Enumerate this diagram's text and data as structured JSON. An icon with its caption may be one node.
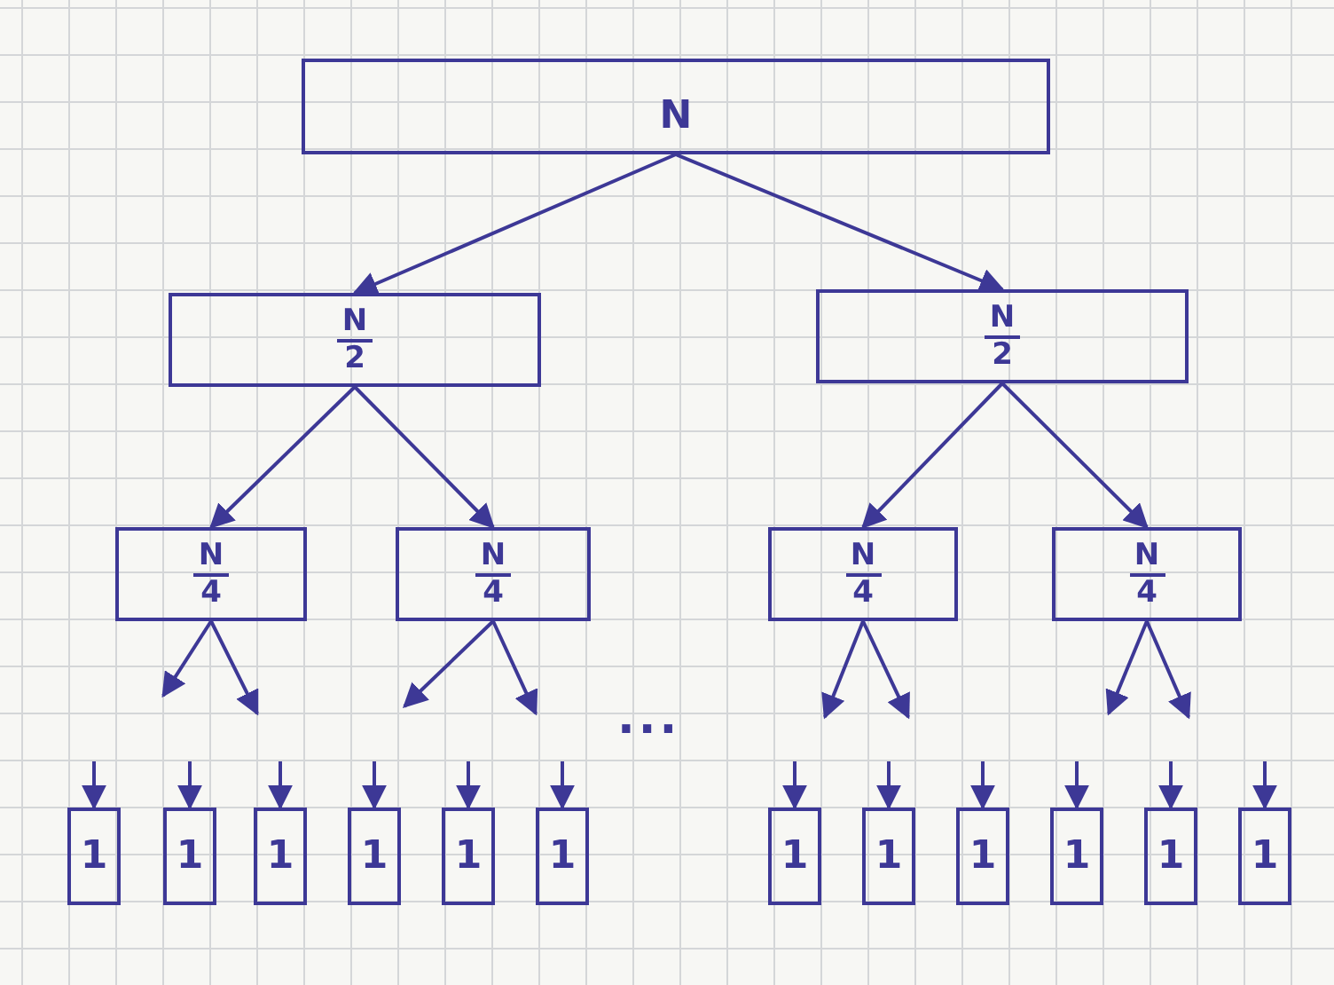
{
  "diagram": {
    "nodes": [
      {
        "text": [
          "N"
        ]
      },
      {
        "text": [
          "N",
          "2"
        ]
      },
      {
        "text": [
          "N",
          "2"
        ]
      },
      {
        "text": [
          "N",
          "4"
        ]
      },
      {
        "text": [
          "N",
          "4"
        ]
      },
      {
        "text": [
          "N",
          "4"
        ]
      },
      {
        "text": [
          "N",
          "4"
        ]
      },
      {
        "text": [
          "1"
        ]
      },
      {
        "text": [
          "1"
        ]
      },
      {
        "text": [
          "1"
        ]
      },
      {
        "text": [
          "1"
        ]
      },
      {
        "text": [
          "1"
        ]
      },
      {
        "text": [
          "1"
        ]
      },
      {
        "text": [
          "1"
        ]
      },
      {
        "text": [
          "1"
        ]
      },
      {
        "text": [
          "1"
        ]
      },
      {
        "text": [
          "1"
        ]
      },
      {
        "text": [
          "1"
        ]
      },
      {
        "text": [
          "1"
        ]
      }
    ],
    "edges": [
      {
        "from": 0,
        "to": 1,
        "arrow": "to"
      },
      {
        "from": 0,
        "to": 2,
        "arrow": "to"
      },
      {
        "from": 1,
        "to": 3,
        "arrow": "to"
      },
      {
        "from": 1,
        "to": 4,
        "arrow": "to"
      },
      {
        "from": 2,
        "to": 5,
        "arrow": "to"
      },
      {
        "from": 2,
        "to": 6,
        "arrow": "to"
      },
      {
        "from": 3,
        "to": null,
        "arrow": "to"
      },
      {
        "from": 3,
        "to": null,
        "arrow": "to"
      },
      {
        "from": 4,
        "to": null,
        "arrow": "to"
      },
      {
        "from": 4,
        "to": null,
        "arrow": "to"
      },
      {
        "from": 5,
        "to": null,
        "arrow": "to"
      },
      {
        "from": 5,
        "to": null,
        "arrow": "to"
      },
      {
        "from": 6,
        "to": null,
        "arrow": "to"
      },
      {
        "from": 6,
        "to": null,
        "arrow": "to"
      },
      {
        "from": null,
        "to": 7,
        "arrow": "to"
      },
      {
        "from": null,
        "to": 8,
        "arrow": "to"
      },
      {
        "from": null,
        "to": 9,
        "arrow": "to"
      },
      {
        "from": null,
        "to": 10,
        "arrow": "to"
      },
      {
        "from": null,
        "to": 11,
        "arrow": "to"
      },
      {
        "from": null,
        "to": 12,
        "arrow": "to"
      },
      {
        "from": null,
        "to": 13,
        "arrow": "to"
      },
      {
        "from": null,
        "to": 14,
        "arrow": "to"
      },
      {
        "from": null,
        "to": 15,
        "arrow": "to"
      },
      {
        "from": null,
        "to": 16,
        "arrow": "to"
      },
      {
        "from": null,
        "to": 17,
        "arrow": "to"
      },
      {
        "from": null,
        "to": 18,
        "arrow": "to"
      }
    ],
    "labels": [
      "..."
    ]
  }
}
